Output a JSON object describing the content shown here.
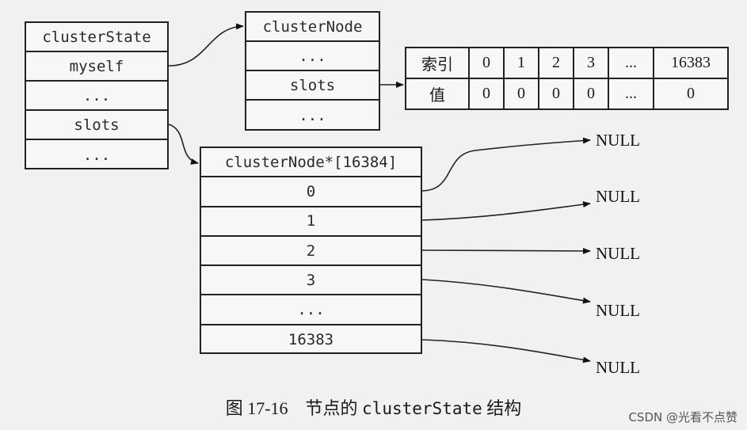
{
  "cluster_state": {
    "rows": [
      "clusterState",
      "myself",
      "...",
      "slots",
      "..."
    ]
  },
  "cluster_node": {
    "rows": [
      "clusterNode",
      "...",
      "slots",
      "..."
    ]
  },
  "slots_table": {
    "header_label": "索引",
    "value_label": "值",
    "indices": [
      "0",
      "1",
      "2",
      "3",
      "...",
      "16383"
    ],
    "values": [
      "0",
      "0",
      "0",
      "0",
      "...",
      "0"
    ]
  },
  "node_array": {
    "rows": [
      "clusterNode*[16384]",
      "0",
      "1",
      "2",
      "3",
      "...",
      "16383"
    ]
  },
  "null_labels": [
    "NULL",
    "NULL",
    "NULL",
    "NULL",
    "NULL"
  ],
  "caption": {
    "prefix": "图 17-16　节点的 ",
    "code": "clusterState",
    "suffix": " 结构"
  },
  "watermark": "CSDN @光看不点赞"
}
